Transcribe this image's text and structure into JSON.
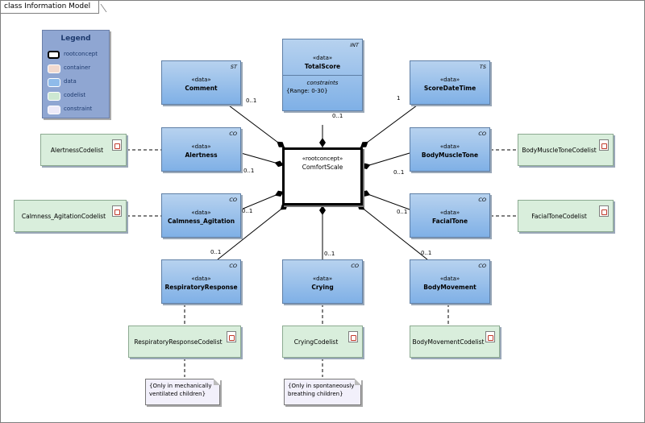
{
  "frame_title": "class Information Model",
  "legend": {
    "title": "Legend",
    "items": [
      {
        "label": "rootconcept",
        "color": "#ffffff",
        "border": "#000000"
      },
      {
        "label": "container",
        "color": "#f1d9cf",
        "border": "#ffffff"
      },
      {
        "label": "data",
        "color": "#8fbbea",
        "border": "#ffffff"
      },
      {
        "label": "codelist",
        "color": "#cde8d2",
        "border": "#ffffff"
      },
      {
        "label": "constraint",
        "color": "#ece9f8",
        "border": "#ffffff"
      }
    ]
  },
  "root": {
    "stereotype": "«rootconcept»",
    "name": "ComfortScale"
  },
  "data": {
    "comment": {
      "stereotype": "«data»",
      "name": "Comment",
      "type": "ST"
    },
    "totalscore": {
      "stereotype": "«data»",
      "name": "TotalScore",
      "type": "INT",
      "section": "constraints",
      "constraint": "{Range: 0-30}"
    },
    "scoredatetime": {
      "stereotype": "«data»",
      "name": "ScoreDateTime",
      "type": "TS"
    },
    "alertness": {
      "stereotype": "«data»",
      "name": "Alertness",
      "type": "CO"
    },
    "bodymuscletone": {
      "stereotype": "«data»",
      "name": "BodyMuscleTone",
      "type": "CO"
    },
    "calmness": {
      "stereotype": "«data»",
      "name": "Calmness_Agitation",
      "type": "CO"
    },
    "facialtone": {
      "stereotype": "«data»",
      "name": "FacialTone",
      "type": "CO"
    },
    "respiratory": {
      "stereotype": "«data»",
      "name": "RespiratoryResponse",
      "type": "CO"
    },
    "crying": {
      "stereotype": "«data»",
      "name": "Crying",
      "type": "CO"
    },
    "bodymovement": {
      "stereotype": "«data»",
      "name": "BodyMovement",
      "type": "CO"
    }
  },
  "codelists": {
    "alertness": "AlertnessCodelist",
    "bodymuscletone": "BodyMuscleToneCodelist",
    "calmness": "Calmness_AgitationCodelist",
    "facialtone": "FacialToneCodelist",
    "respiratory": "RespiratoryResponseCodelist",
    "crying": "CryingCodelist",
    "bodymovement": "BodyMovementCodelist"
  },
  "notes": {
    "respiratory": "{Only in mechanically ventilated children}",
    "crying": "{Only in spontaneously breathing children}"
  },
  "multiplicities": {
    "comment": "0..1",
    "totalscore": "0..1",
    "scoredatetime": "1",
    "alertness": "0..1",
    "bodymuscletone": "0..1",
    "calmness": "0..1",
    "facialtone": "0..1",
    "respiratory": "0..1",
    "crying": "0..1",
    "bodymovement": "0..1"
  }
}
